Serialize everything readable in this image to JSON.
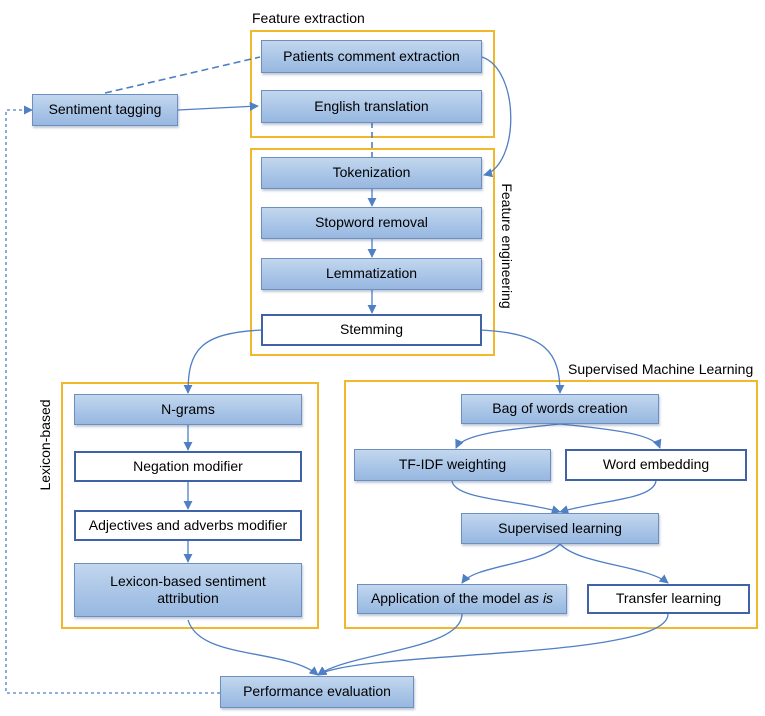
{
  "groups": {
    "feature_extraction": "Feature extraction",
    "feature_engineering": "Feature engineering",
    "lexicon_based": "Lexicon-based",
    "supervised_ml": "Supervised Machine Learning"
  },
  "nodes": {
    "patients_comment": "Patients comment extraction",
    "english_translation": "English translation",
    "sentiment_tagging": "Sentiment tagging",
    "tokenization": "Tokenization",
    "stopword_removal": "Stopword removal",
    "lemmatization": "Lemmatization",
    "stemming": "Stemming",
    "ngrams": "N-grams",
    "negation_modifier": "Negation modifier",
    "adj_adv_modifier": "Adjectives and adverbs modifier",
    "lexicon_sentiment_line1": "Lexicon-based sentiment",
    "lexicon_sentiment_line2": "attribution",
    "bag_of_words": "Bag of words creation",
    "tfidf": "TF-IDF weighting",
    "word_embedding": "Word embedding",
    "supervised_learning": "Supervised learning",
    "application_prefix": "Application of the model ",
    "application_emph": "as is",
    "transfer_learning": "Transfer learning",
    "performance_evaluation": "Performance evaluation"
  },
  "colors": {
    "frame": "#f2b82b",
    "box_fill": "#a9c5e7",
    "box_border": "#6d8fbf",
    "white_box_border": "#3f63a6",
    "connector": "#4f7fc4"
  }
}
